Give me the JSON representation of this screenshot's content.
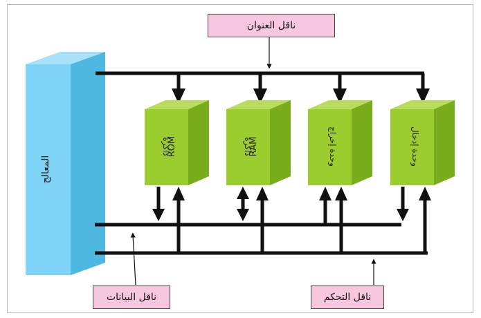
{
  "labels": {
    "address_bus": "ناقل العنوان",
    "data_bus": "ناقل البيانات",
    "control_bus": "ناقل التحكم",
    "processor": "المعالج"
  },
  "modules": [
    {
      "id": "rom",
      "line1": "ذاكرة",
      "line2": "ROM"
    },
    {
      "id": "ram",
      "line1": "ذاكرة",
      "line2": "RAM"
    },
    {
      "id": "output",
      "line1": "وحدة إخراج",
      "line2": ""
    },
    {
      "id": "input",
      "line1": "وحدة إدخال",
      "line2": ""
    }
  ],
  "colors": {
    "processor_front": "#7fd3f6",
    "processor_side": "#4eb8e0",
    "processor_top": "#a7e2fa",
    "module_front": "#9ccd2e",
    "module_side": "#79ad1c",
    "module_top": "#b8dc5c",
    "label_box": "#f7c6df",
    "bus_line": "#111111"
  }
}
